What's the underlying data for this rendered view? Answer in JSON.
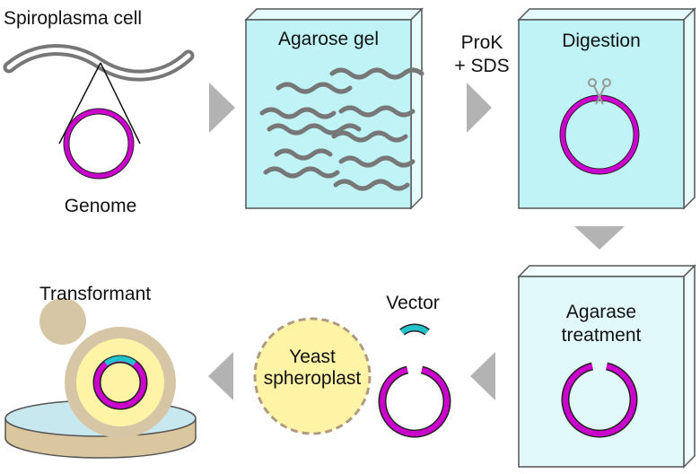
{
  "labels": {
    "spiroplasma_cell": "Spiroplasma cell",
    "genome": "Genome",
    "agarose_gel": "Agarose gel",
    "prok": "ProK",
    "sds": "+ SDS",
    "digestion": "Digestion",
    "agarase_line1": "Agarase",
    "agarase_line2": "treatment",
    "vector": "Vector",
    "yeast_line1": "Yeast",
    "yeast_line2": "spheroplast",
    "transformant": "Transformant"
  },
  "colors": {
    "genome_ring": "#cc00cc",
    "gel_fill": "#bff3f6",
    "gel_side": "#e6fbfc",
    "strand": "#777777",
    "arrow": "#b3b3b3",
    "yeast": "#fff3a6",
    "yeast_border": "#bfae8a",
    "vector": "#22c4cc",
    "dish_bottom": "#dbc79f",
    "dish_top": "#c8e8f0",
    "bud": "#d6c6a6"
  },
  "icons": {
    "scissors": "scissors-icon"
  }
}
